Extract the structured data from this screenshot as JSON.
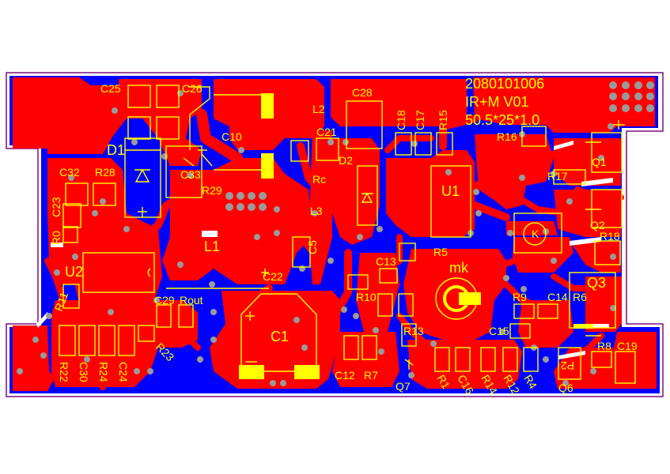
{
  "board": {
    "header_lines": [
      "2080101006",
      "IR+M  V01",
      "50.5*25*1.0"
    ],
    "colors": {
      "background": "#ffffff",
      "outline": "#7b0f7b",
      "copper_top": "#ff0000",
      "copper_bottom": "#0000ff",
      "silkscreen": "#ffff00",
      "via": "#9a9a9a",
      "keepout": "#ffffff"
    }
  },
  "labels": {
    "C25": "C25",
    "C26": "C26",
    "C28": "C28",
    "L2": "L2",
    "C10": "C10",
    "C21": "C21",
    "C18": "C18",
    "C17": "C17",
    "R15": "R15",
    "R16": "R16",
    "D1": "D1",
    "D2": "D2",
    "Rc": "Rc",
    "C32": "C32",
    "R28": "R28",
    "C33": "C33",
    "R29": "R29",
    "C23": "C23",
    "L3": "L3",
    "U1": "U1",
    "R17": "R17",
    "Q1": "Q1",
    "R18": "R18",
    "Q2": "Q2",
    "C5": "C5",
    "L1": "L1",
    "R5": "R5",
    "C13": "C13",
    "U2": "U2",
    "C22": "C22",
    "mk": "mk",
    "C29": "C29",
    "Rout": "Rout",
    "R10": "R10",
    "R9": "R9",
    "C14": "C14",
    "R6": "R6",
    "Q3": "Q3",
    "R11": "R11",
    "R13": "R13",
    "C15": "C15",
    "C1": "C1",
    "R23": "R23",
    "R8": "R8",
    "C19": "C19",
    "R22": "R22",
    "C30": "C30",
    "R24": "R24",
    "C24": "C24",
    "C12": "C12",
    "R7": "R7",
    "Q7": "Q7",
    "R1": "R1",
    "C16": "C16",
    "R14": "R14",
    "R12": "R12",
    "R4": "R4",
    "Q6": "Q6",
    "P2": "P2",
    "K": "K",
    "R0": "R0"
  }
}
